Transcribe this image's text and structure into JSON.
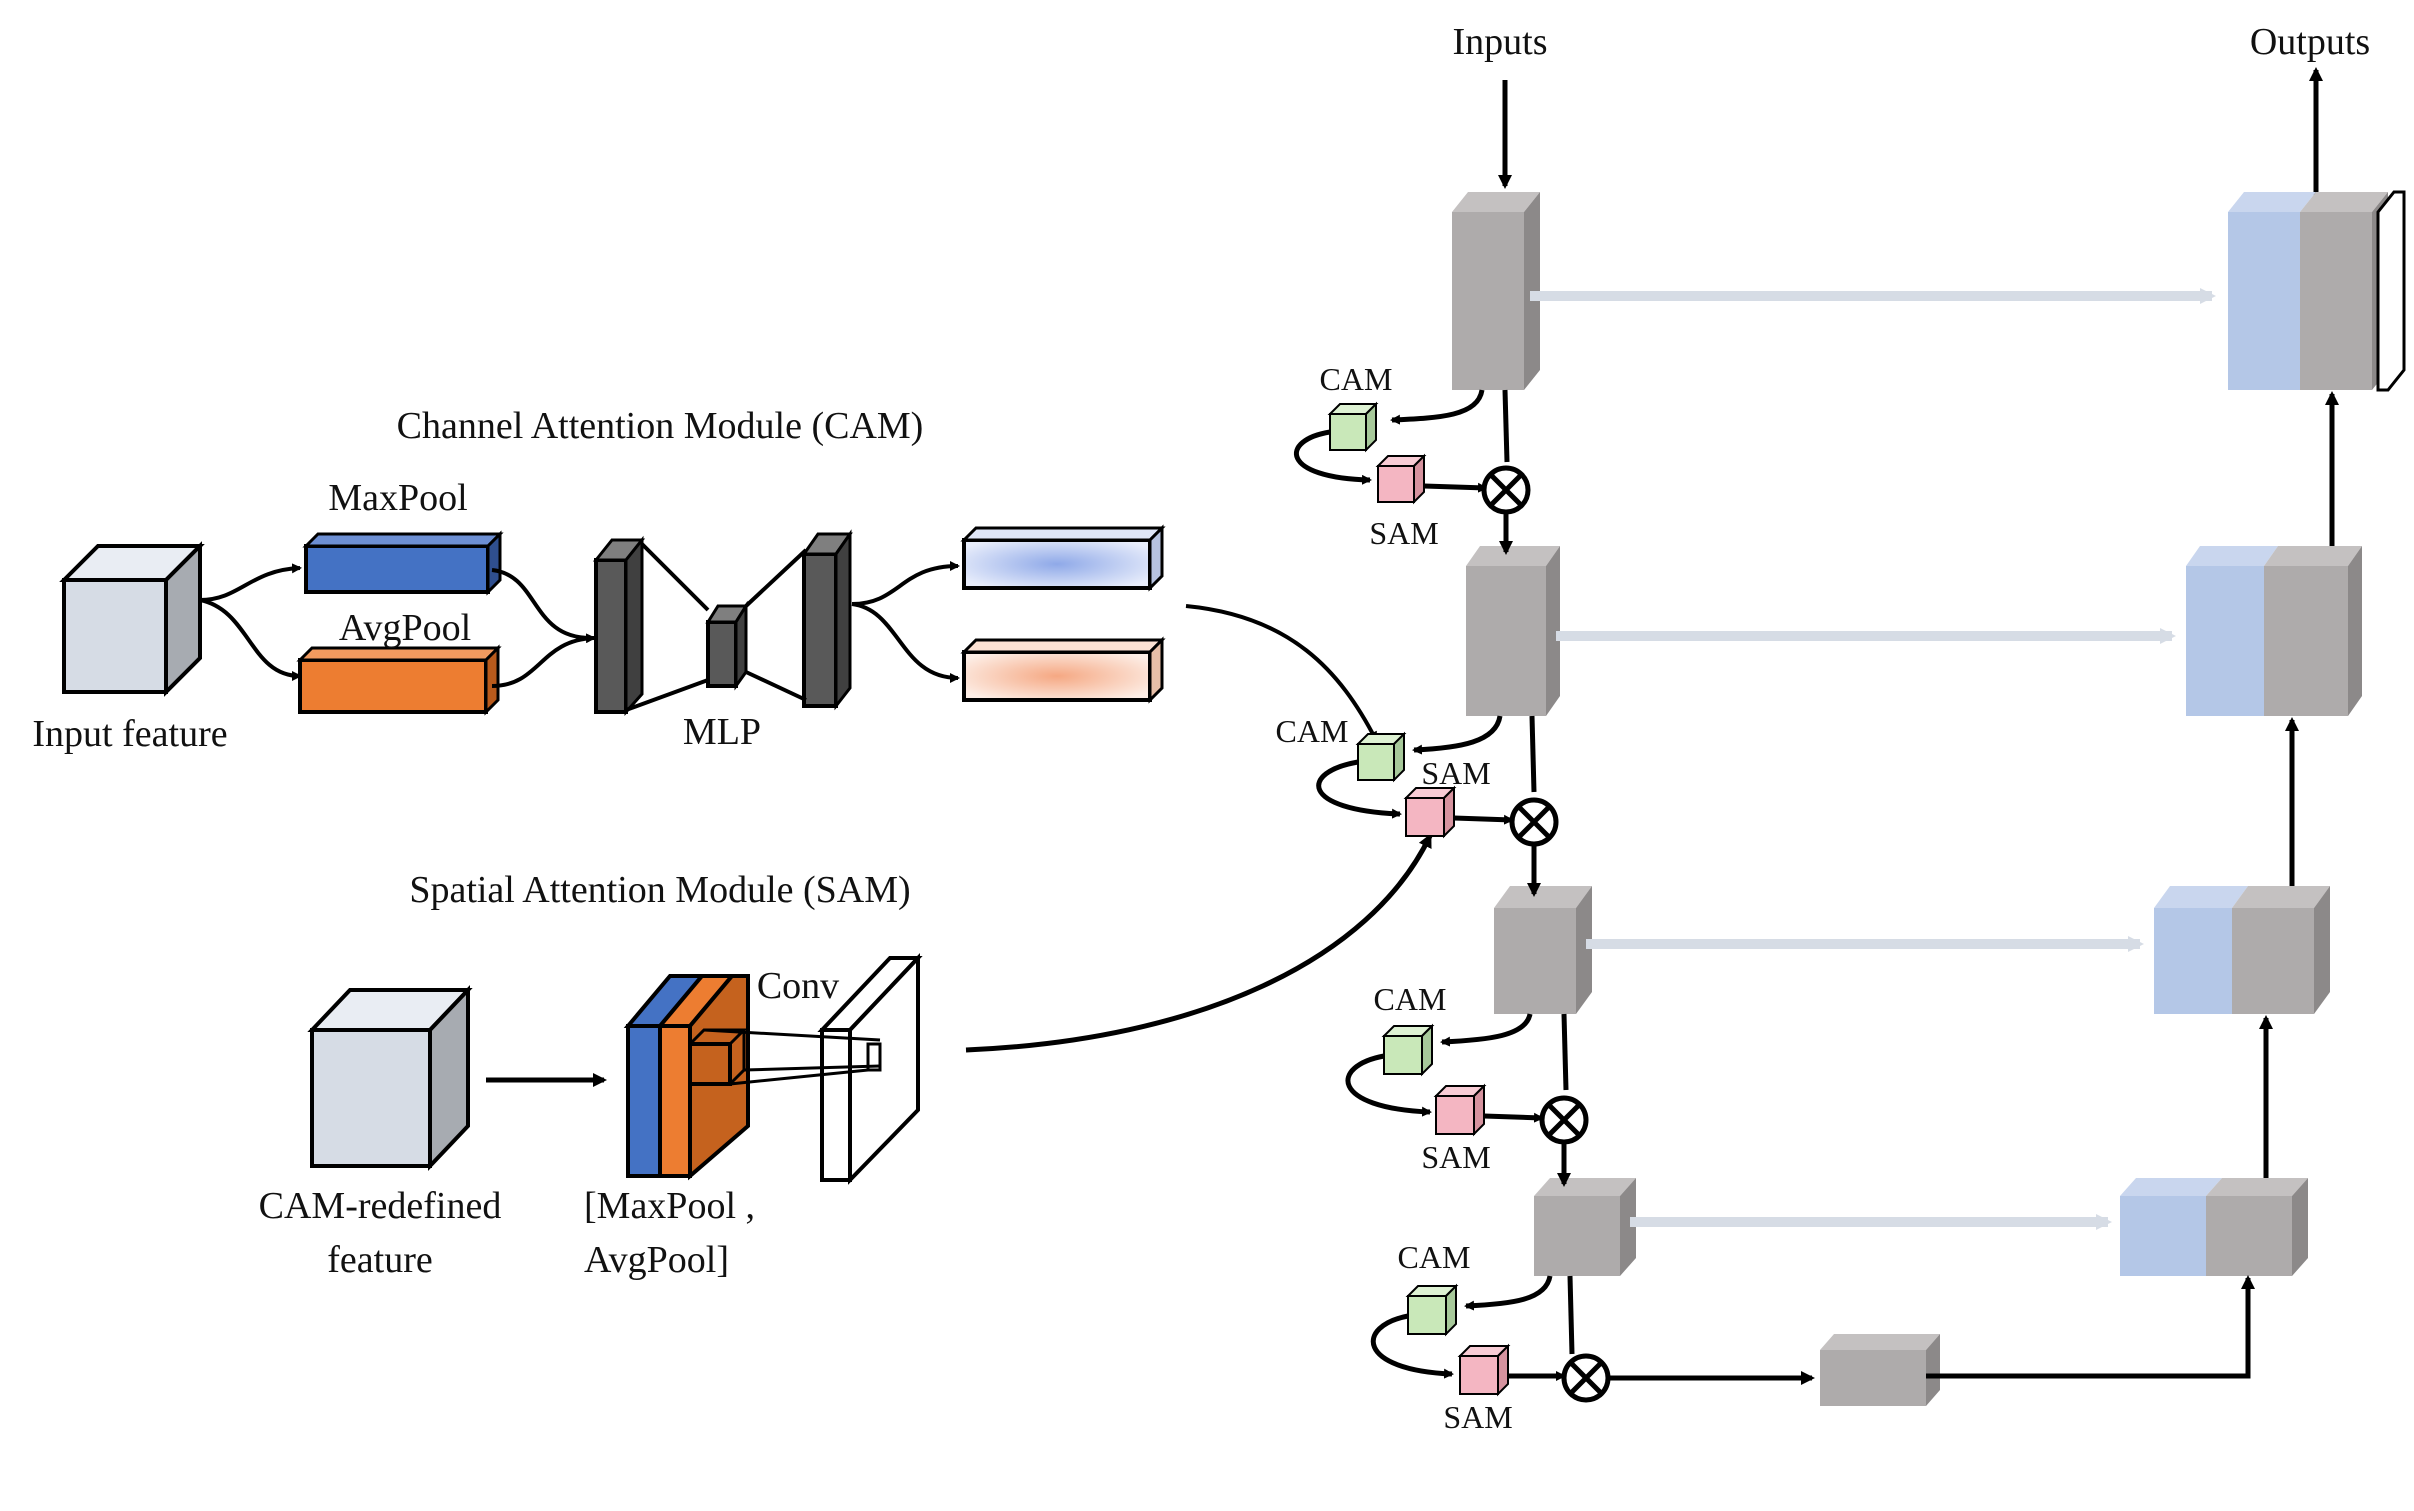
{
  "labels": {
    "cam_title": "Channel Attention Module (CAM)",
    "maxpool": "MaxPool",
    "avgpool": "AvgPool",
    "input_feature": "Input feature",
    "mlp": "MLP",
    "sam_title": "Spatial Attention Module (SAM)",
    "conv": "Conv",
    "cam_redefined_line1": "CAM-redefined",
    "cam_redefined_line2": "feature",
    "concat_line1": "[MaxPool ,",
    "concat_line2": "AvgPool]",
    "inputs": "Inputs",
    "outputs": "Outputs",
    "cam": "CAM",
    "sam": "SAM"
  },
  "colors": {
    "block_gray": "#aeabab",
    "skip_blue": "#b4c7e7",
    "cam_green": "#c9e8b9",
    "sam_pink": "#f4b6c2",
    "maxpool_blue": "#4472c4",
    "avgpool_orange": "#ed7d31",
    "feature_gray": "#d6dce5",
    "skip_arrow": "#d6dce5"
  }
}
